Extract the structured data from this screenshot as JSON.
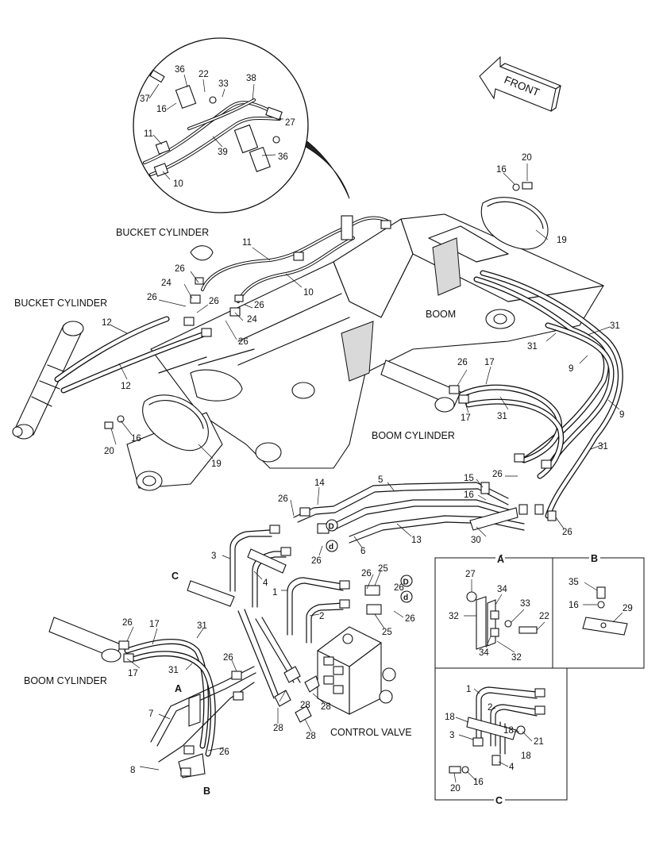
{
  "labels": {
    "front": "FRONT",
    "bucket_cylinder_upper": "BUCKET CYLINDER",
    "bucket_cylinder_left": "BUCKET CYLINDER",
    "boom": "BOOM",
    "boom_cylinder_right": "BOOM CYLINDER",
    "boom_cylinder_left": "BOOM CYLINDER",
    "control_valve": "CONTROL VALVE"
  },
  "details": {
    "A": {
      "title": "A",
      "parts": [
        "27",
        "34",
        "33",
        "22",
        "32",
        "34",
        "32"
      ]
    },
    "B": {
      "title": "B",
      "parts": [
        "35",
        "16",
        "29"
      ]
    },
    "C": {
      "title": "C",
      "parts": [
        "1",
        "2",
        "18",
        "18",
        "3",
        "21",
        "4",
        "20",
        "16"
      ]
    }
  },
  "callouts_inset": [
    "37",
    "36",
    "16",
    "22",
    "33",
    "38",
    "27",
    "11",
    "39",
    "36",
    "10"
  ],
  "callouts_main": [
    "20",
    "16",
    "19",
    "11",
    "10",
    "26",
    "24",
    "26",
    "26",
    "26",
    "24",
    "26",
    "12",
    "12",
    "16",
    "20",
    "19",
    "17",
    "26",
    "17",
    "31",
    "31",
    "31",
    "9",
    "9",
    "31",
    "15",
    "16",
    "26",
    "26",
    "14",
    "5",
    "26",
    "13",
    "6",
    "26",
    "3",
    "4",
    "1",
    "2",
    "25",
    "25",
    "26",
    "26",
    "30",
    "26",
    "17",
    "31",
    "26",
    "17",
    "31",
    "7",
    "8",
    "26",
    "28",
    "28",
    "28",
    "28"
  ],
  "markers": [
    "A",
    "B",
    "C",
    "D",
    "d",
    "D",
    "d"
  ]
}
